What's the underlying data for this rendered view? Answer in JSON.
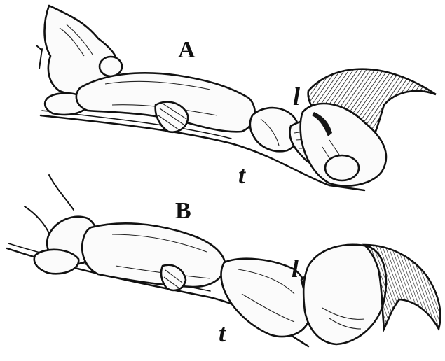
{
  "figure": {
    "panels": [
      {
        "id": "A",
        "label": "A",
        "parts": {
          "ligament": "l",
          "tendon": "t"
        }
      },
      {
        "id": "B",
        "label": "B",
        "parts": {
          "ligament": "l",
          "tendon": "t"
        }
      }
    ],
    "colors": {
      "ink": "#111111",
      "paper": "#ffffff"
    }
  }
}
